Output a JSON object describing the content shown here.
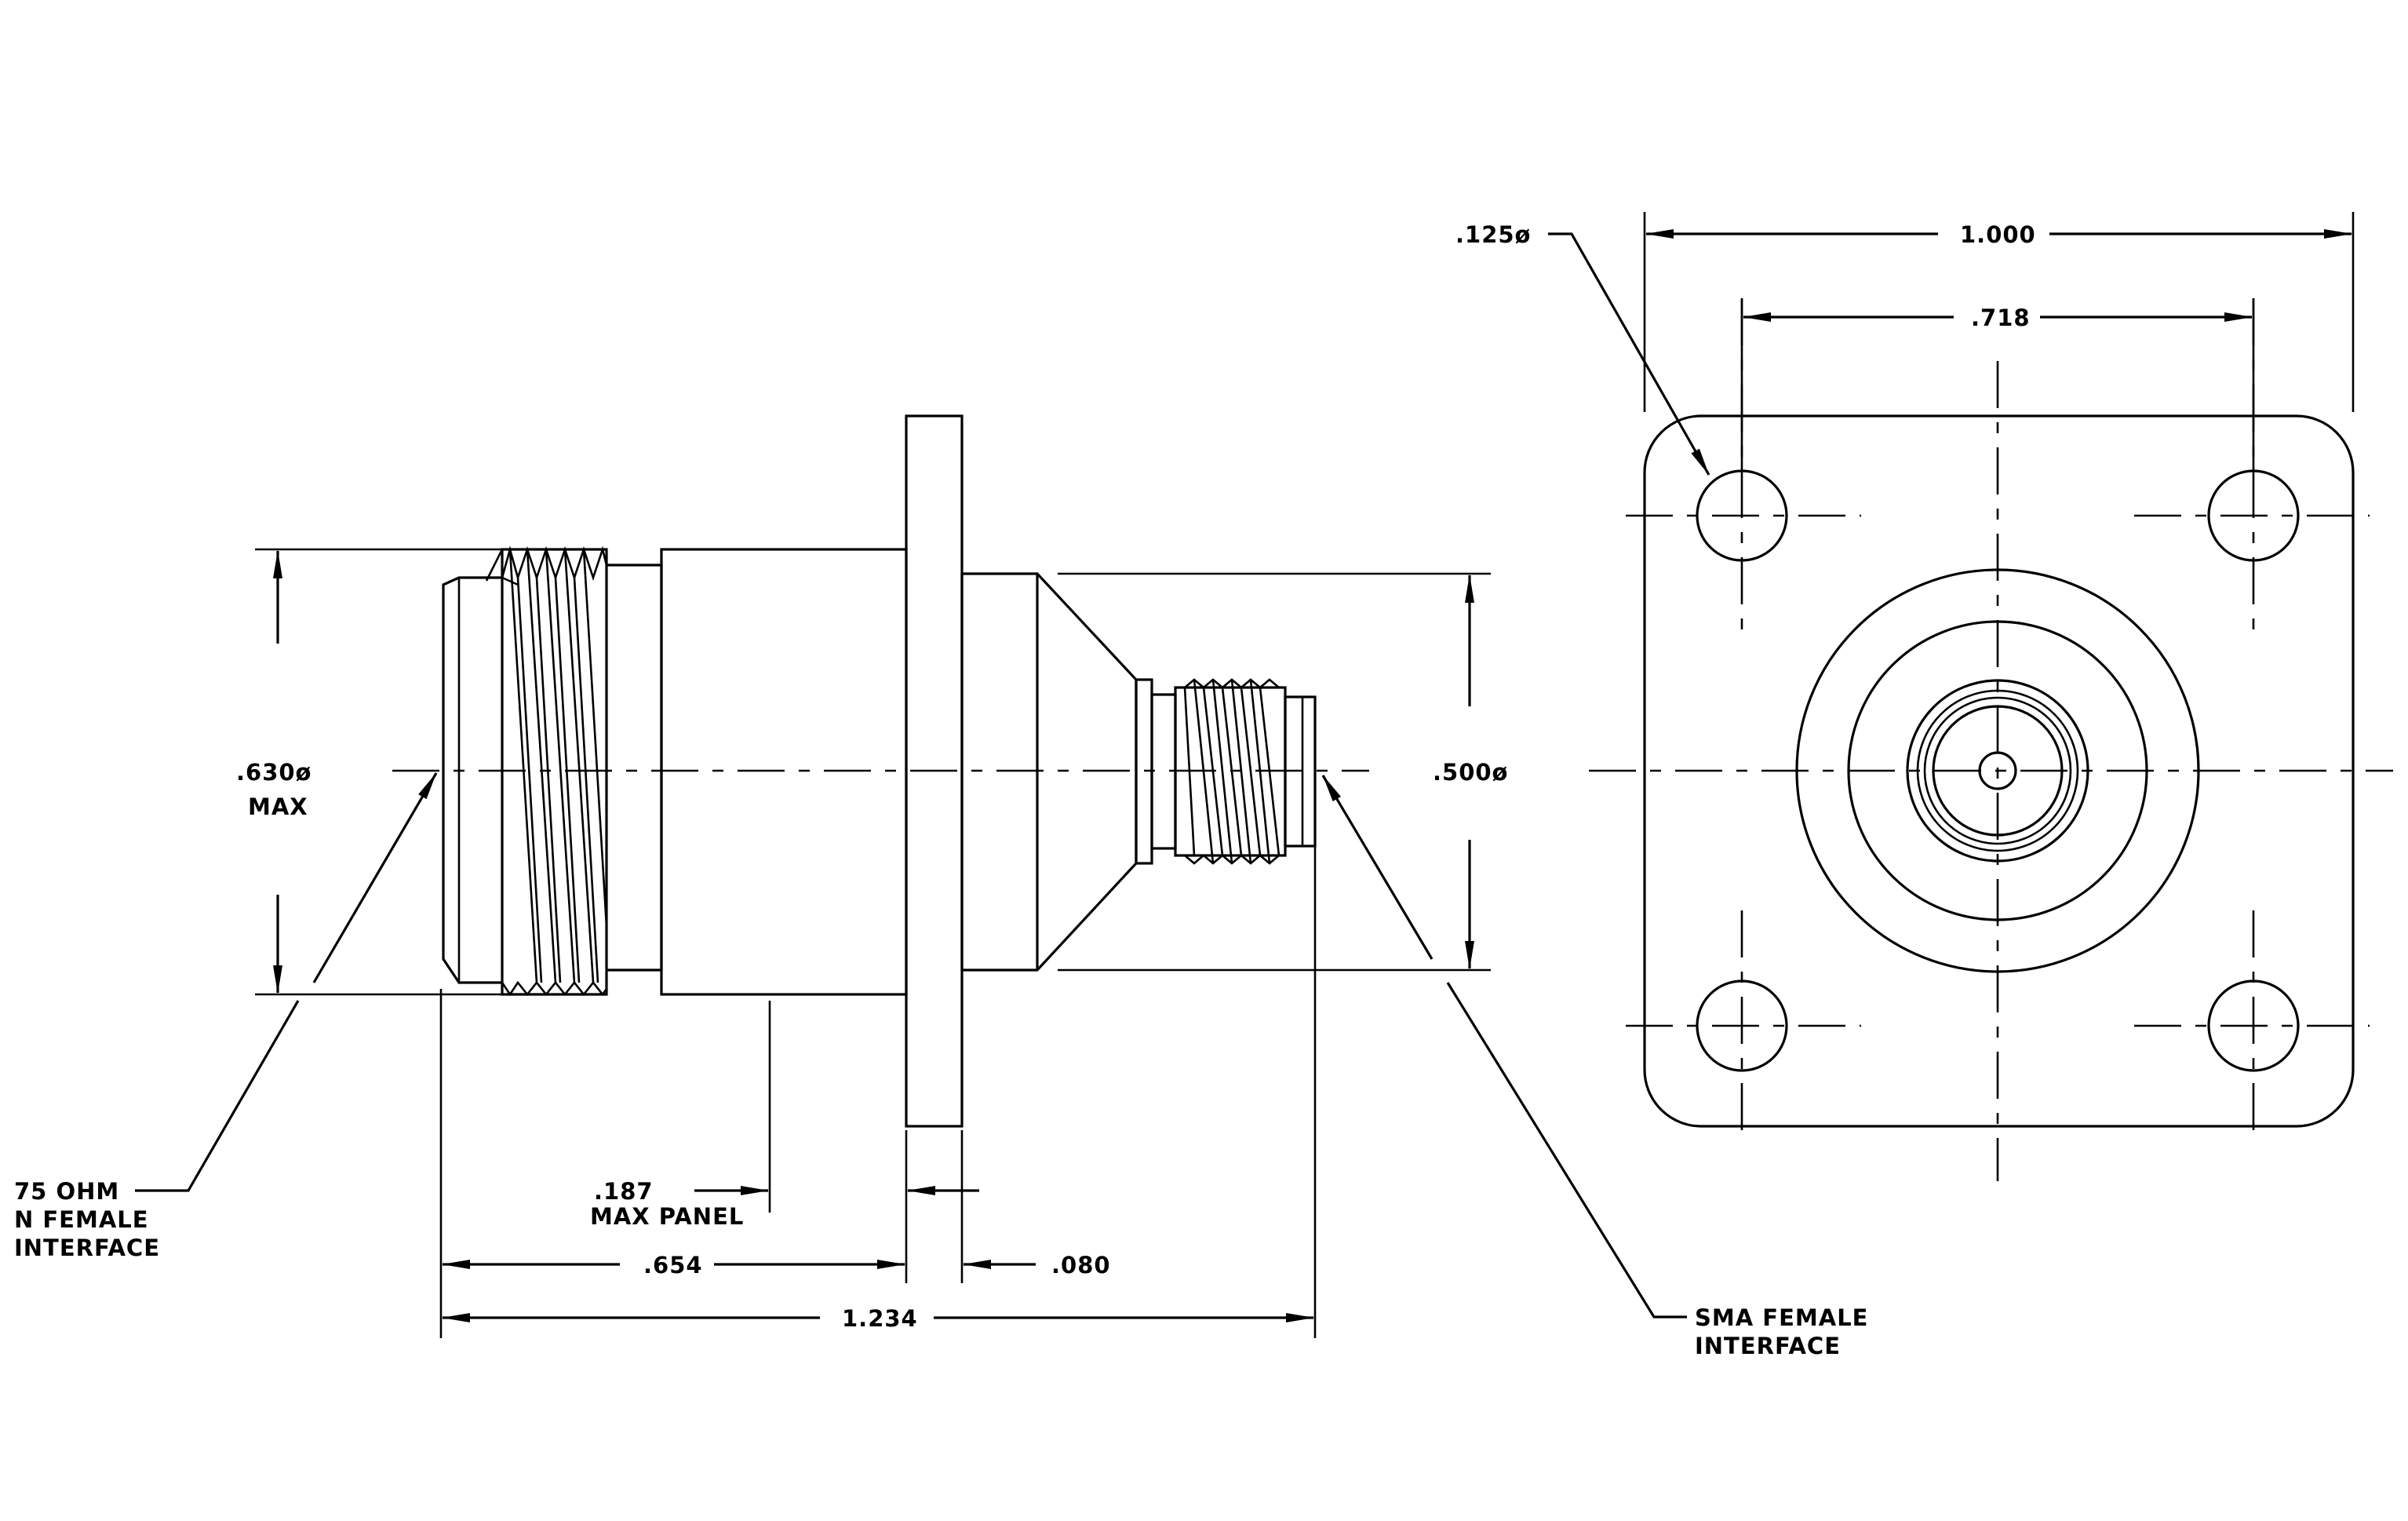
{
  "dimensions": {
    "flange_width": "1.000",
    "hole_spacing": ".718",
    "hole_diameter": ".125ø",
    "n_body_diameter_value": ".630ø",
    "n_body_diameter_note": "MAX",
    "sma_body_diameter": ".500ø",
    "max_panel_value": ".187",
    "max_panel_label": "MAX PANEL",
    "n_to_flange": ".654",
    "flange_thickness": ".080",
    "overall_length": "1.234"
  },
  "callouts": {
    "n_interface_lines": [
      "75 OHM",
      "N FEMALE",
      "INTERFACE"
    ],
    "sma_interface_lines": [
      "SMA FEMALE",
      "INTERFACE"
    ]
  }
}
